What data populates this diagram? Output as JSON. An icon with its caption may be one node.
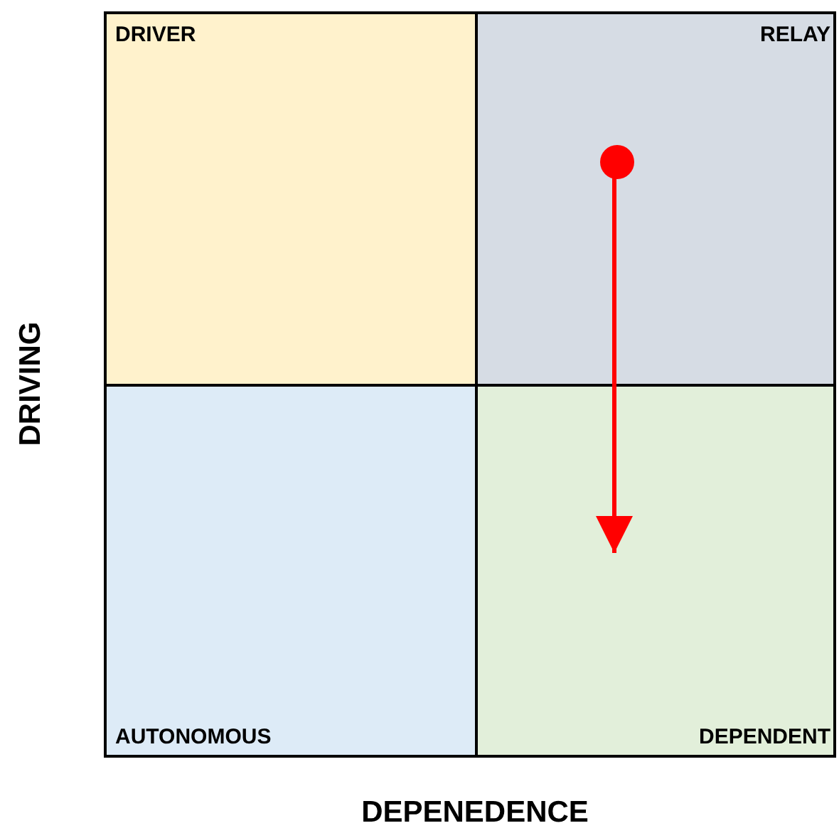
{
  "diagram": {
    "nodes": [
      {
        "text": [
          "DRIVER"
        ]
      },
      {
        "text": [
          "RELAY"
        ]
      },
      {
        "text": [
          "AUTONOMOUS"
        ]
      },
      {
        "text": [
          "DEPENDENT"
        ]
      },
      {
        "text": [],
        "shape": "circle",
        "in": 1
      }
    ],
    "edges": [
      {
        "from": 4,
        "to": 3,
        "arrow": "to"
      }
    ],
    "labels": [
      "DRIVING",
      "DEPENEDENCE"
    ]
  }
}
